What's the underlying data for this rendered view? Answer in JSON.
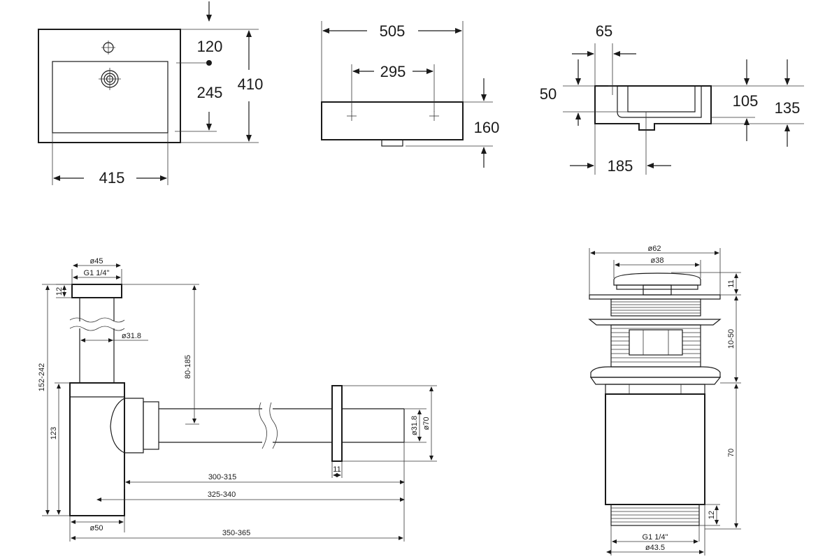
{
  "basin_top": {
    "width_total": "415",
    "depth_total": "410",
    "tap_offset": "120",
    "bowl_depth": "245"
  },
  "basin_front": {
    "overall_width": "505",
    "hole_spacing": "295",
    "height": "160"
  },
  "basin_side": {
    "wall": "65",
    "rim": "50",
    "bowl_depth": "105",
    "total_height": "135",
    "drain_offset": "185"
  },
  "siphon": {
    "top_dia": "ø45",
    "thread": "G1 1/4\"",
    "nut_height": "12",
    "tube_dia": "ø31.8",
    "total_height": "152-242",
    "adjust_height": "80-185",
    "body_height": "123",
    "wall_tube_dia": "ø31.8",
    "flange_dia": "ø70",
    "flange_thickness": "11",
    "len1": "300-315",
    "len2": "325-340",
    "bottom_dia": "ø50",
    "len3": "350-365"
  },
  "drain_valve": {
    "flange_dia": "ø62",
    "cap_dia": "ø38",
    "cap_height": "11",
    "adjust_range": "10-50",
    "body_height": "70",
    "thread_height": "12",
    "thread": "G1 1/4\"",
    "bottom_dia": "ø43.5"
  }
}
